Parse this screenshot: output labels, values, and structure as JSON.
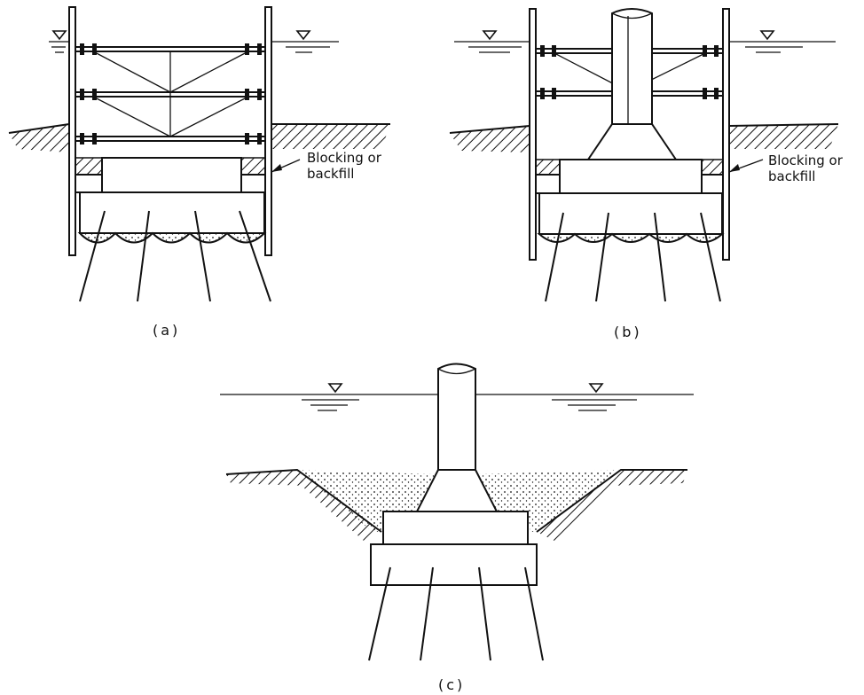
{
  "panels": [
    {
      "id": "a",
      "caption": "(a)",
      "callout": [
        "Blocking or",
        "backfill"
      ]
    },
    {
      "id": "b",
      "caption": "(b)",
      "callout": [
        "Blocking or",
        "backfill"
      ]
    },
    {
      "id": "c",
      "caption": "(c)"
    }
  ],
  "colors": {
    "ink": "#111111",
    "paper": "#ffffff"
  },
  "icons": [
    "water-level-triangle-icon",
    "soil-hatch"
  ]
}
